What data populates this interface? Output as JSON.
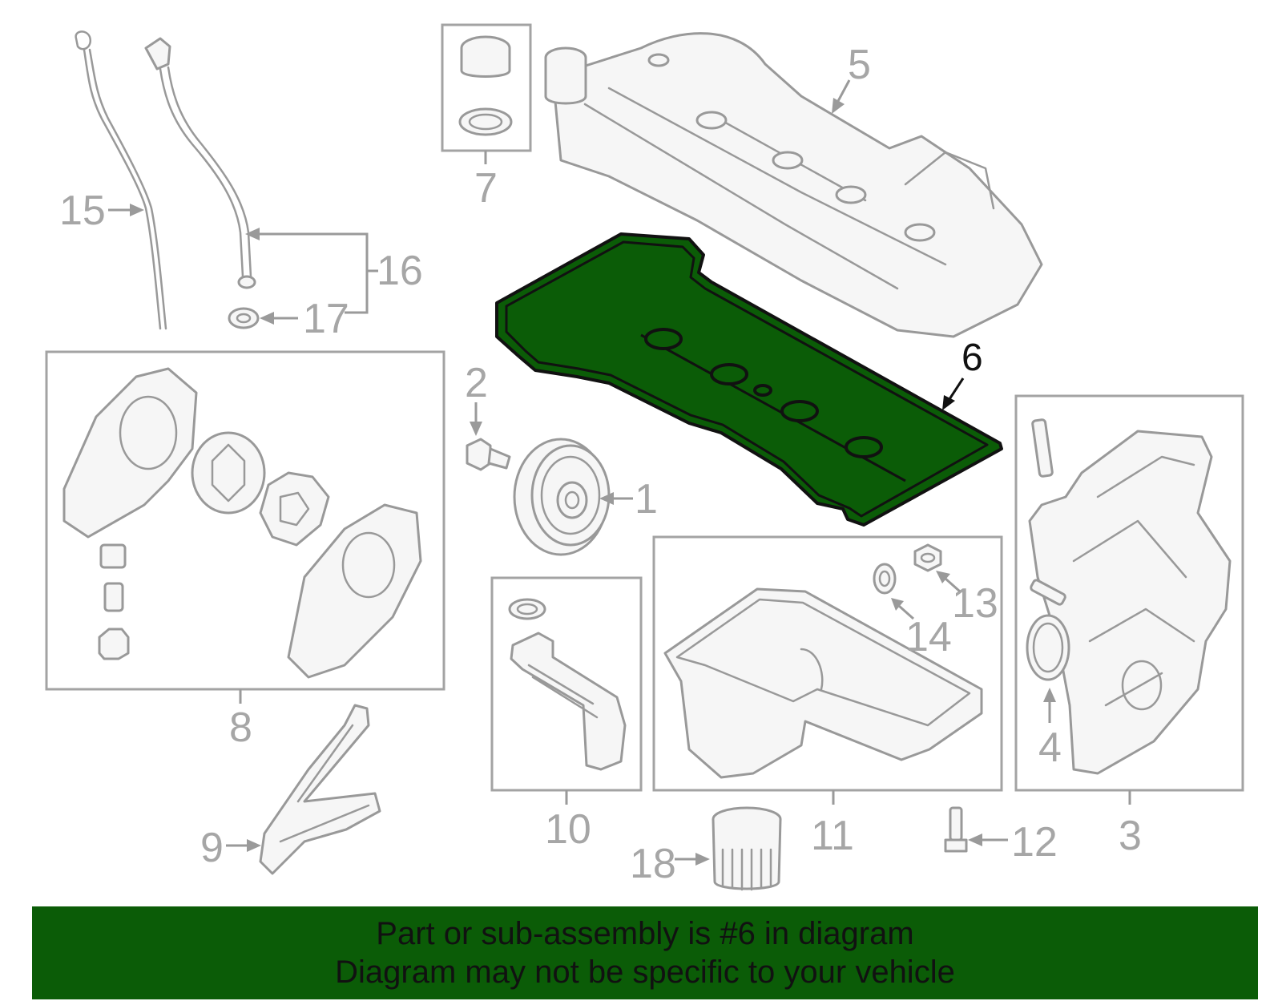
{
  "callouts": {
    "c1": "1",
    "c2": "2",
    "c3": "3",
    "c4": "4",
    "c5": "5",
    "c6": "6",
    "c7": "7",
    "c8": "8",
    "c9": "9",
    "c10": "10",
    "c11": "11",
    "c12": "12",
    "c13": "13",
    "c14": "14",
    "c15": "15",
    "c16": "16",
    "c17": "17",
    "c18": "18"
  },
  "highlight": {
    "part": "6",
    "color": "#0b5c07"
  },
  "banner": {
    "line1": "Part or sub-assembly is #6 in diagram",
    "line2": "Diagram may not be specific to your vehicle"
  }
}
